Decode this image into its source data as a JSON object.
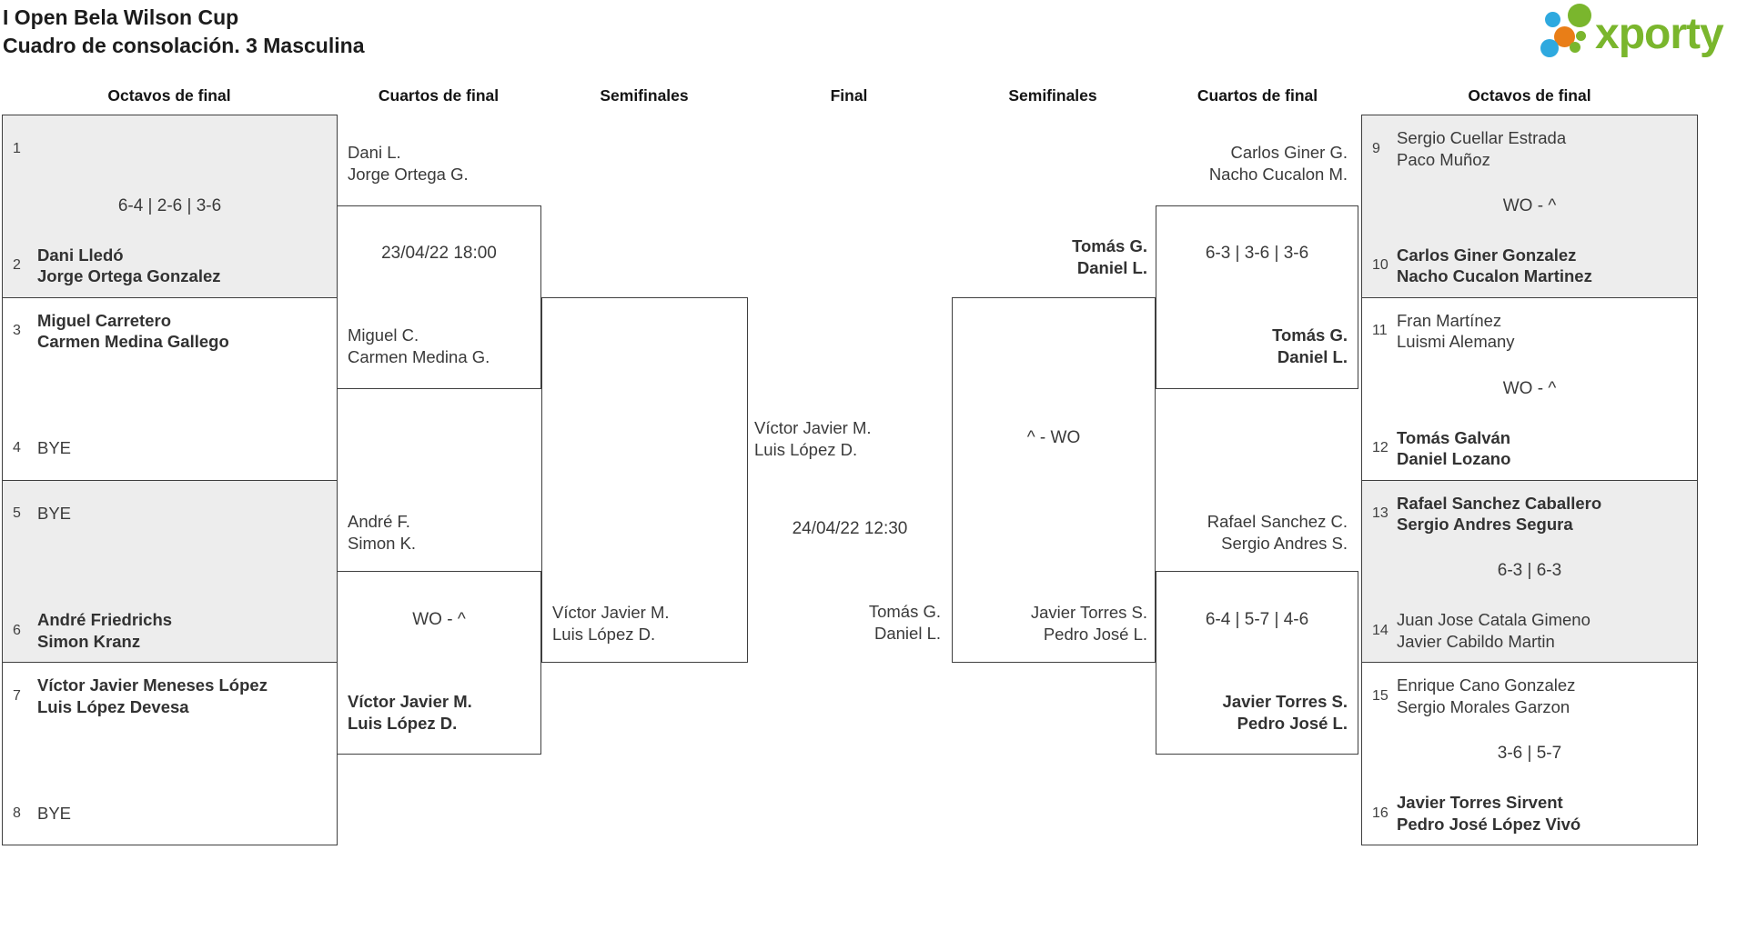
{
  "page": {
    "title_line1": "I Open Bela Wilson Cup",
    "title_line2": "Cuadro de consolación. 3 Masculina"
  },
  "logo": {
    "brand": "xporty",
    "green": "#7ab62d",
    "blue": "#2ea9df",
    "orange": "#e97e17"
  },
  "colors": {
    "shaded_box": "#ededed",
    "border": "#3f3f3f",
    "text": "#3a3a3a"
  },
  "round_headers": [
    "Octavos de final",
    "Cuartos de final",
    "Semifinales",
    "Final",
    "Semifinales",
    "Cuartos de final",
    "Octavos de final"
  ],
  "r16_left": [
    {
      "seed_a": "1",
      "team_a": [
        "",
        ""
      ],
      "score": "6-4 | 2-6 | 3-6",
      "seed_b": "2",
      "team_b": [
        "Dani Lledó",
        "Jorge Ortega Gonzalez"
      ],
      "winner": "b"
    },
    {
      "seed_a": "3",
      "team_a": [
        "Miguel Carretero",
        "Carmen Medina Gallego"
      ],
      "score": "",
      "seed_b": "4",
      "team_b": [
        "BYE"
      ],
      "winner": "a"
    },
    {
      "seed_a": "5",
      "team_a": [
        "BYE"
      ],
      "score": "",
      "seed_b": "6",
      "team_b": [
        "André Friedrichs",
        "Simon Kranz"
      ],
      "winner": "b"
    },
    {
      "seed_a": "7",
      "team_a": [
        "Víctor Javier Meneses López",
        "Luis López Devesa"
      ],
      "score": "",
      "seed_b": "8",
      "team_b": [
        "BYE"
      ],
      "winner": "a"
    }
  ],
  "qf_left": [
    {
      "team_a": [
        "Dani L.",
        "Jorge Ortega G."
      ],
      "note": "23/04/22 18:00",
      "team_b": [
        "Miguel C.",
        "Carmen Medina G."
      ],
      "winner": null
    },
    {
      "team_a": [
        "André F.",
        "Simon K."
      ],
      "note": "WO - ^",
      "team_b": [
        "Víctor Javier M.",
        "Luis López D."
      ],
      "winner": "b"
    }
  ],
  "sf_left": {
    "team_a": [
      "",
      ""
    ],
    "note": "",
    "team_b": [
      "Víctor Javier M.",
      "Luis López D."
    ],
    "winner": null
  },
  "final": {
    "team_a": [
      "Víctor Javier M.",
      "Luis López D."
    ],
    "note": "24/04/22 12:30",
    "team_b": [
      "Tomás G.",
      "Daniel L."
    ],
    "winner": null
  },
  "sf_right": {
    "team_a": [
      "Tomás G.",
      "Daniel L."
    ],
    "note": "^ - WO",
    "team_b": [
      "Javier Torres S.",
      "Pedro José L."
    ],
    "winner": "a"
  },
  "qf_right": [
    {
      "team_a": [
        "Carlos Giner G.",
        "Nacho Cucalon M."
      ],
      "note": "6-3 | 3-6 | 3-6",
      "team_b": [
        "Tomás G.",
        "Daniel L."
      ],
      "winner": "b"
    },
    {
      "team_a": [
        "Rafael Sanchez C.",
        "Sergio Andres S."
      ],
      "note": "6-4 | 5-7 | 4-6",
      "team_b": [
        "Javier Torres S.",
        "Pedro José L."
      ],
      "winner": "b"
    }
  ],
  "r16_right": [
    {
      "seed_a": "9",
      "team_a": [
        "Sergio Cuellar Estrada",
        "Paco Muñoz"
      ],
      "score": "WO - ^",
      "seed_b": "10",
      "team_b": [
        "Carlos Giner Gonzalez",
        "Nacho Cucalon Martinez"
      ],
      "winner": "b"
    },
    {
      "seed_a": "11",
      "team_a": [
        "Fran Martínez",
        "Luismi Alemany"
      ],
      "score": "WO - ^",
      "seed_b": "12",
      "team_b": [
        "Tomás Galván",
        "Daniel Lozano"
      ],
      "winner": "b"
    },
    {
      "seed_a": "13",
      "team_a": [
        "Rafael Sanchez Caballero",
        "Sergio Andres Segura"
      ],
      "score": "6-3 | 6-3",
      "seed_b": "14",
      "team_b": [
        "Juan Jose Catala Gimeno",
        "Javier Cabildo Martin"
      ],
      "winner": "a"
    },
    {
      "seed_a": "15",
      "team_a": [
        "Enrique Cano Gonzalez",
        "Sergio Morales Garzon"
      ],
      "score": "3-6 | 5-7",
      "seed_b": "16",
      "team_b": [
        "Javier Torres Sirvent",
        "Pedro José López Vivó"
      ],
      "winner": "b"
    }
  ]
}
